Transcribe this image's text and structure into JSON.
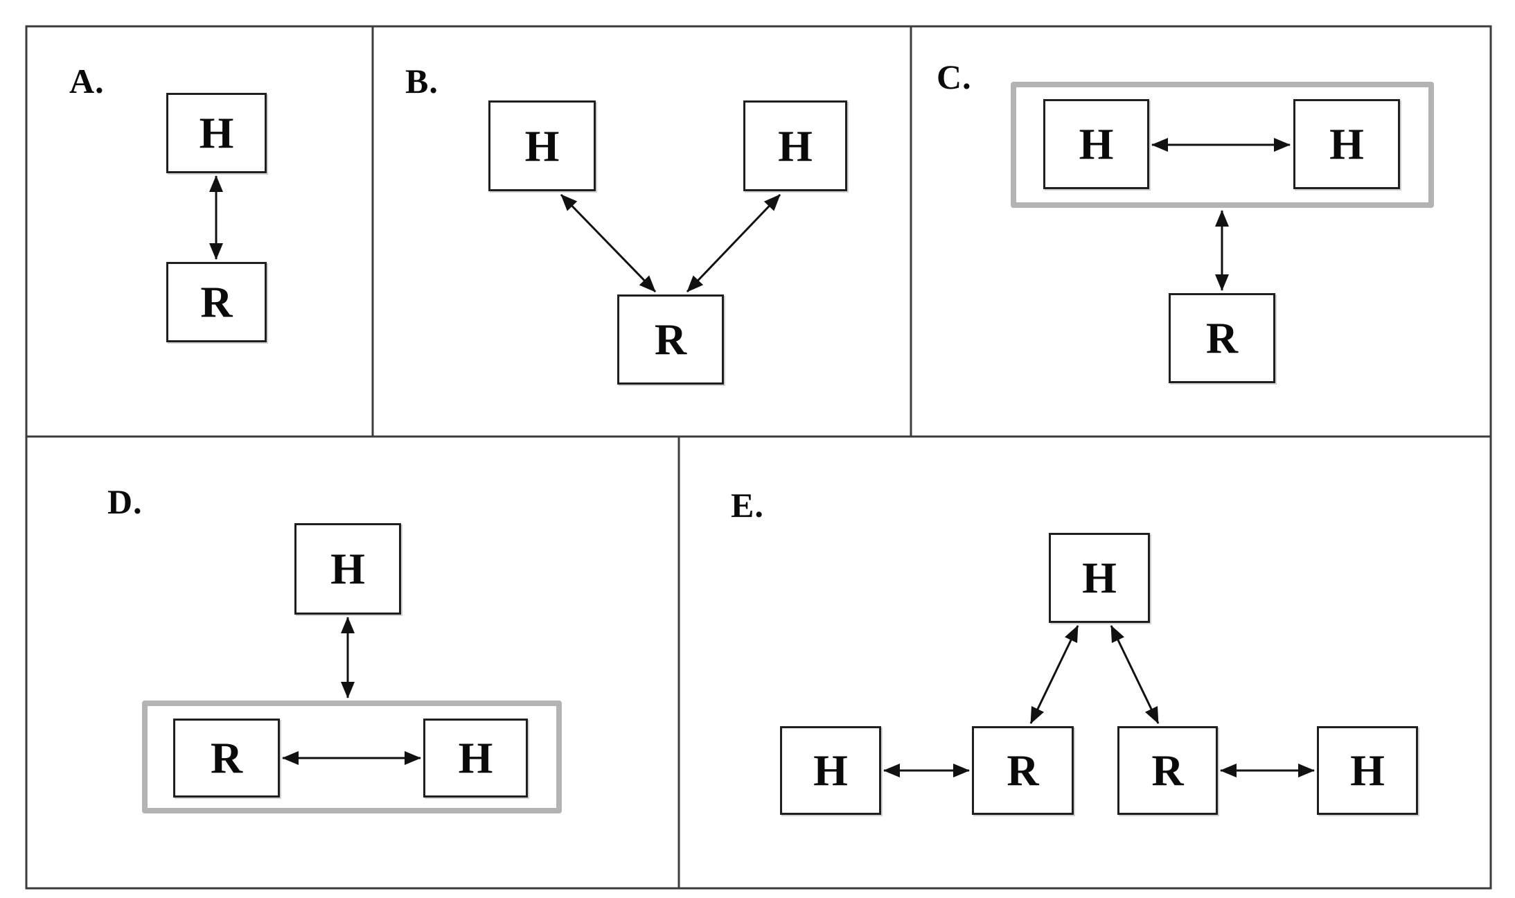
{
  "figure": {
    "kind": "multi-panel-diagram",
    "colors": {
      "background": "#ffffff",
      "frame": "#3c3c3c",
      "node_border": "#1f1f1f",
      "node_text": "#0a0a0a",
      "group_border": "#b3b3b3",
      "arrow": "#111111"
    }
  },
  "panels": [
    {
      "label": "A.",
      "nodes": [
        {
          "id": "H",
          "label": "H"
        },
        {
          "id": "R",
          "label": "R"
        }
      ],
      "edges": [
        {
          "from": "H",
          "to": "R",
          "bidirectional": true
        }
      ]
    },
    {
      "label": "B.",
      "nodes": [
        {
          "id": "H1",
          "label": "H"
        },
        {
          "id": "H2",
          "label": "H"
        },
        {
          "id": "R",
          "label": "R"
        }
      ],
      "edges": [
        {
          "from": "H1",
          "to": "R",
          "bidirectional": true
        },
        {
          "from": "H2",
          "to": "R",
          "bidirectional": true
        }
      ]
    },
    {
      "label": "C.",
      "nodes": [
        {
          "id": "H1",
          "label": "H"
        },
        {
          "id": "H2",
          "label": "H"
        },
        {
          "id": "R",
          "label": "R"
        }
      ],
      "group": {
        "members": [
          "H1",
          "H2"
        ],
        "style": "gray-outline"
      },
      "edges": [
        {
          "from": "H1",
          "to": "H2",
          "bidirectional": true
        },
        {
          "from": "group",
          "to": "R",
          "bidirectional": true
        }
      ]
    },
    {
      "label": "D.",
      "nodes": [
        {
          "id": "H1",
          "label": "H"
        },
        {
          "id": "R",
          "label": "R"
        },
        {
          "id": "H2",
          "label": "H"
        }
      ],
      "group": {
        "members": [
          "R",
          "H2"
        ],
        "style": "gray-outline"
      },
      "edges": [
        {
          "from": "H1",
          "to": "group",
          "bidirectional": true
        },
        {
          "from": "R",
          "to": "H2",
          "bidirectional": true
        }
      ]
    },
    {
      "label": "E.",
      "nodes": [
        {
          "id": "Htop",
          "label": "H"
        },
        {
          "id": "Hleft",
          "label": "H"
        },
        {
          "id": "R1",
          "label": "R"
        },
        {
          "id": "R2",
          "label": "R"
        },
        {
          "id": "Hright",
          "label": "H"
        }
      ],
      "edges": [
        {
          "from": "Htop",
          "to": "R1",
          "bidirectional": true
        },
        {
          "from": "Htop",
          "to": "R2",
          "bidirectional": true
        },
        {
          "from": "Hleft",
          "to": "R1",
          "bidirectional": true
        },
        {
          "from": "R2",
          "to": "Hright",
          "bidirectional": true
        }
      ]
    }
  ]
}
